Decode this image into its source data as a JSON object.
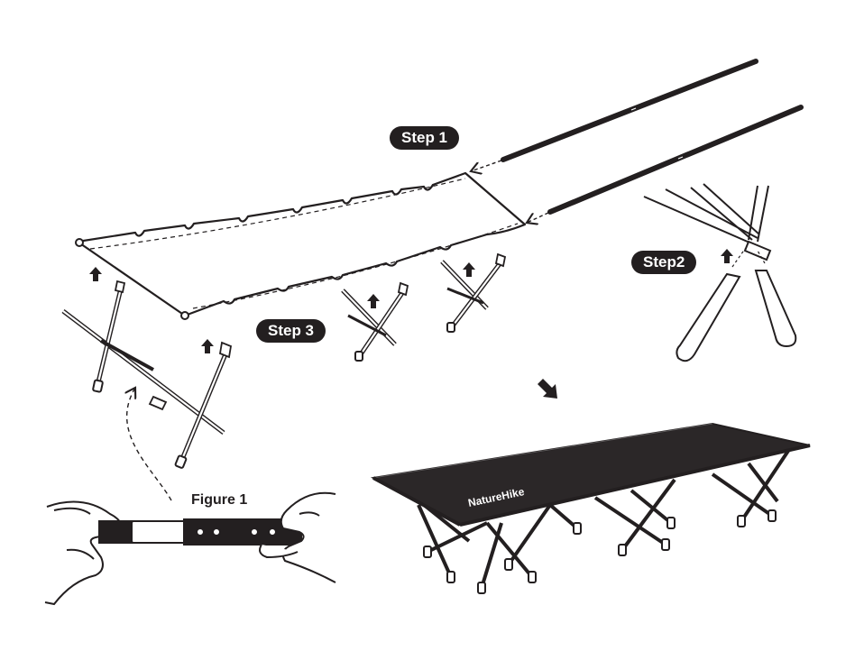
{
  "labels": {
    "step1": "Step 1",
    "step2": "Step2",
    "step3": "Step 3",
    "figure1": "Figure 1",
    "brand": "NatureHike"
  },
  "colors": {
    "ink": "#231f20",
    "paper": "#ffffff",
    "fabric": "#2b2728"
  },
  "icons": {
    "up_arrow": "up-arrow-icon",
    "down_right_arrow": "down-right-arrow-icon"
  }
}
